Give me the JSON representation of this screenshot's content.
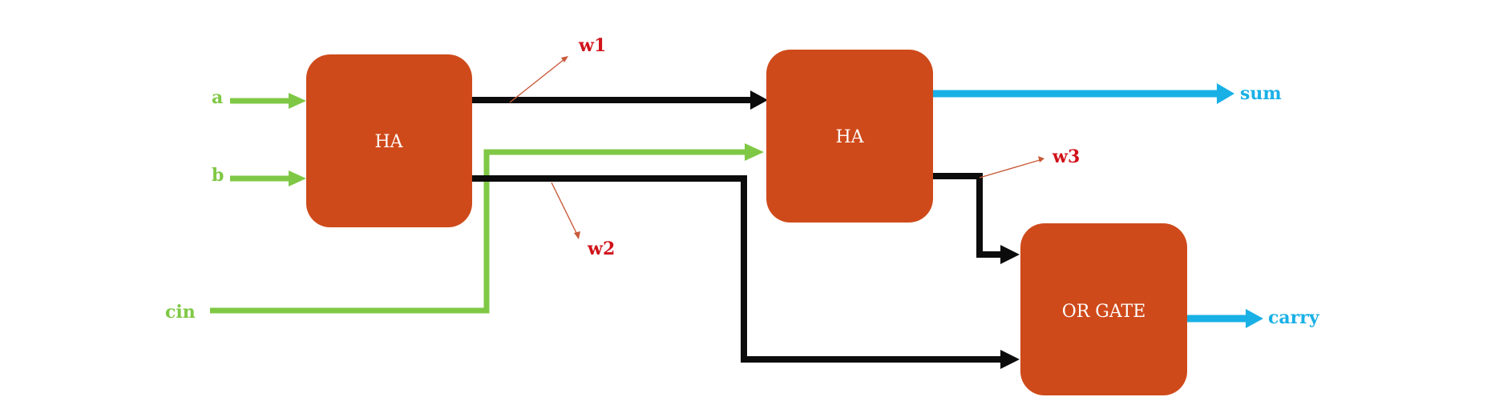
{
  "colors": {
    "block": "#cf4a1a",
    "input_wire": "#7fc845",
    "internal_wire": "#0c0c0c",
    "output_wire": "#19b0e6",
    "wire_label": "#d0131a"
  },
  "blocks": {
    "ha1": "HA",
    "ha2": "HA",
    "or_gate": "OR GATE"
  },
  "inputs": {
    "a": "a",
    "b": "b",
    "cin": "cin"
  },
  "outputs": {
    "sum": "sum",
    "carry": "carry"
  },
  "wires": {
    "w1": "w1",
    "w2": "w2",
    "w3": "w3"
  }
}
